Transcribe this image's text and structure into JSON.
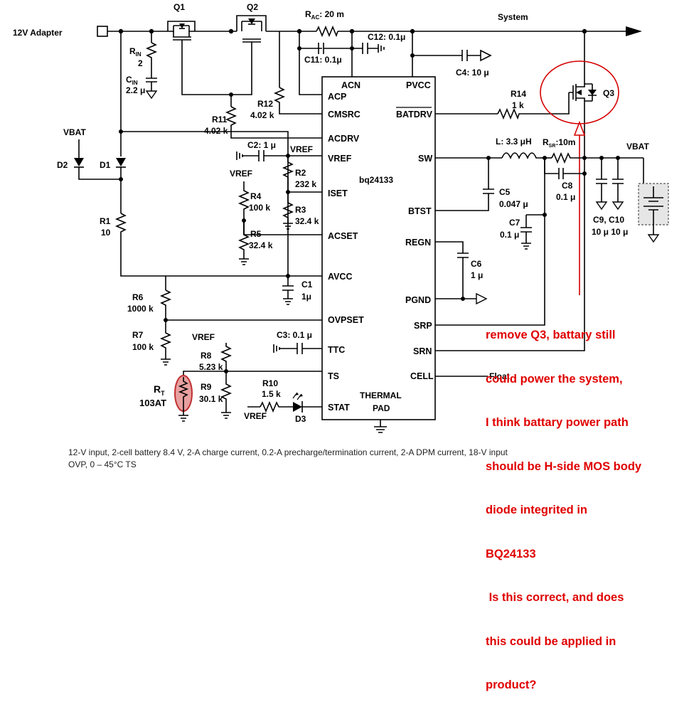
{
  "schematic": {
    "ic_name": "bq24133",
    "thermal_pad": [
      "THERMAL",
      "PAD"
    ],
    "left_pins": {
      "acn": "ACN",
      "acp": "ACP",
      "cmsrc": "CMSRC",
      "acdrv": "ACDRV",
      "vref": "VREF",
      "iset": "ISET",
      "acset": "ACSET",
      "avcc": "AVCC",
      "ovpset": "OVPSET",
      "ttc": "TTC",
      "ts": "TS",
      "stat": "STAT"
    },
    "right_pins": {
      "pvcc": "PVCC",
      "batdrv": "BATDRV",
      "sw": "SW",
      "btst": "BTST",
      "regn": "REGN",
      "pgnd": "PGND",
      "srp": "SRP",
      "srn": "SRN",
      "cell": "CELL"
    },
    "nets": {
      "adapter": "12V  Adapter",
      "system": "System",
      "vbat_left": "VBAT",
      "vbat_right": "VBAT",
      "vref_c2": "VREF",
      "vref_r4": "VREF",
      "vref_r8": "VREF",
      "vref_stat": "VREF",
      "cell_float": "Float"
    },
    "components": {
      "q1": "Q1",
      "q2": "Q2",
      "q3": "Q3",
      "rac_main": "R",
      "rac_sub": "AC",
      "rac_val": ": 20 m",
      "c12": "C12: 0.1μ",
      "c11": "C11: 0.1μ",
      "c4": "C4: 10 μ",
      "rin_main": "R",
      "rin_sub": "IN",
      "rin_val": "2",
      "cin_main": "C",
      "cin_sub": "IN",
      "cin_val": "2.2 μ",
      "r12": "R12",
      "r12_val": "4.02 k",
      "r11": "R11",
      "r11_val": "4.02 k",
      "r14": "R14",
      "r14_val": "1 k",
      "d2": "D2",
      "d1": "D1",
      "r1": "R1",
      "r1_val": "10",
      "c2": "C2: 1 μ",
      "r2": "R2",
      "r2_val": "232 k",
      "r3": "R3",
      "r3_val": "32.4 k",
      "r4": "R4",
      "r4_val": "100 k",
      "r5": "R5",
      "r5_val": "32.4 k",
      "c1": "C1",
      "c1_val": "1μ",
      "r6": "R6",
      "r6_val": "1000 k",
      "r7": "R7",
      "r7_val": "100 k",
      "r8": "R8",
      "r8_val": "5.23 k",
      "r9": "R9",
      "r9_val": "30.1 k",
      "rt_main": "R",
      "rt_sub": "T",
      "rt_val": "103AT",
      "c3": "C3: 0.1 μ",
      "r10": "R10",
      "r10_val": "1.5 k",
      "d3": "D3",
      "l": "L: 3.3 μH",
      "rsr_main": "R",
      "rsr_sub": "SR",
      "rsr_val": ":10m",
      "c5": "C5",
      "c5_val": "0.047 μ",
      "c8": "C8",
      "c8_val": "0.1 μ",
      "c7": "C7",
      "c7_val": "0.1 μ",
      "c6": "C6",
      "c6_val": "1 μ",
      "c9c10": "C9, C10",
      "c9c10_val": "10 μ  10 μ"
    },
    "annotation_color": "#e00000",
    "annotation": [
      "remove Q3, battary still",
      "could power the system,",
      "I think battary power path",
      "should be H-side MOS body",
      "diode integrited in",
      "BQ24133",
      " Is this correct, and does",
      "this could be applied in",
      "product?"
    ],
    "caption": [
      "12-V input, 2-cell battery 8.4 V, 2-A charge current, 0.2-A precharge/termination current, 2-A DPM current, 18-V input",
      "OVP, 0 – 45°C TS"
    ]
  }
}
